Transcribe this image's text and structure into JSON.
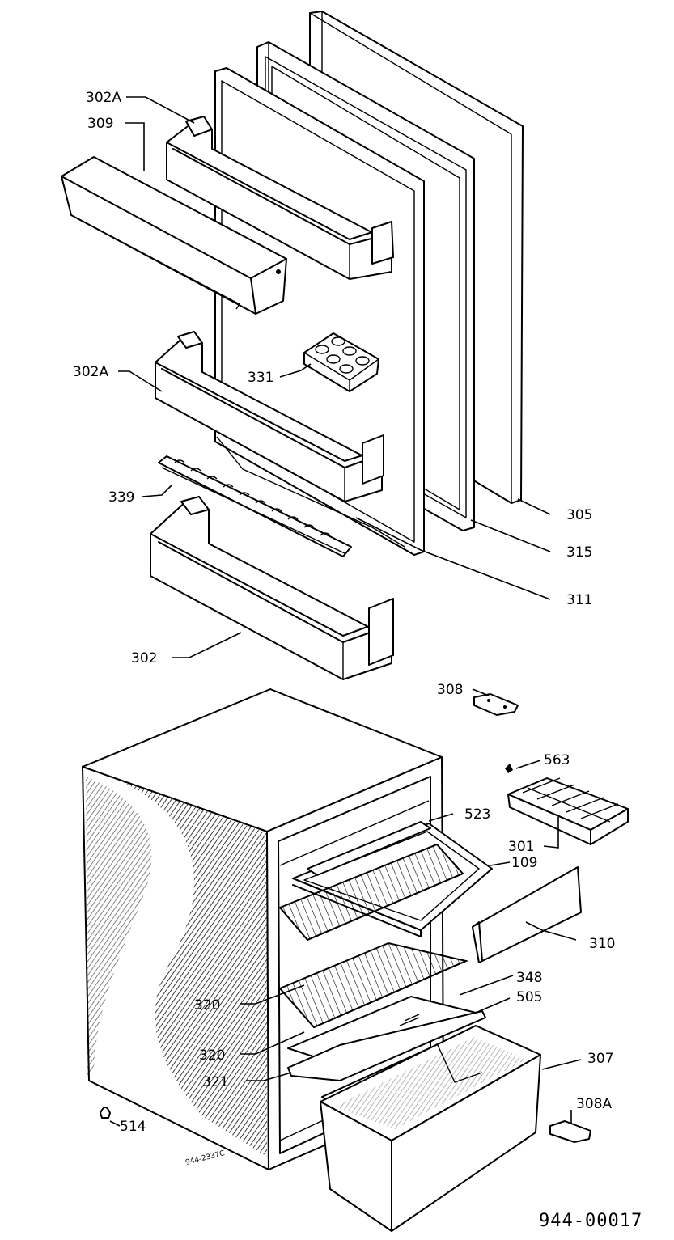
{
  "diagram": {
    "document_code": "944-00017",
    "stamp": "944-2337C",
    "parts": [
      {
        "id": "302a-top",
        "label": "302A"
      },
      {
        "id": "309",
        "label": "309"
      },
      {
        "id": "331",
        "label": "331"
      },
      {
        "id": "302a-mid",
        "label": "302A"
      },
      {
        "id": "339",
        "label": "339"
      },
      {
        "id": "305",
        "label": "305"
      },
      {
        "id": "315",
        "label": "315"
      },
      {
        "id": "311",
        "label": "311"
      },
      {
        "id": "302",
        "label": "302"
      },
      {
        "id": "308",
        "label": "308"
      },
      {
        "id": "563",
        "label": "563"
      },
      {
        "id": "523",
        "label": "523"
      },
      {
        "id": "301",
        "label": "301"
      },
      {
        "id": "109",
        "label": "109"
      },
      {
        "id": "310",
        "label": "310"
      },
      {
        "id": "348",
        "label": "348"
      },
      {
        "id": "505",
        "label": "505"
      },
      {
        "id": "320-a",
        "label": "320"
      },
      {
        "id": "320-b",
        "label": "320"
      },
      {
        "id": "307",
        "label": "307"
      },
      {
        "id": "321",
        "label": "321"
      },
      {
        "id": "308a",
        "label": "308A"
      },
      {
        "id": "514",
        "label": "514"
      }
    ]
  }
}
